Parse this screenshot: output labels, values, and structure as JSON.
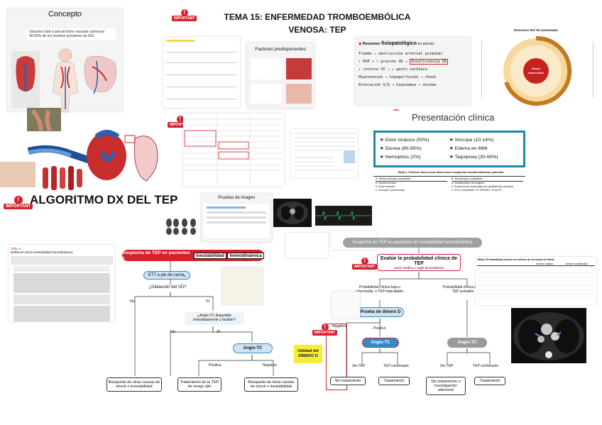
{
  "concepto": {
    "title": "Concepto",
    "bullets": [
      "Oclusión total o parcial lecho vascular pulmonar",
      "90-95% de los trombos provienen de EEI"
    ]
  },
  "main_title": {
    "line1": "TEMA 15: ENFERMEDAD TROMBOEMBÓLICA",
    "line2": "VENOSA: TEP"
  },
  "important_label": "IMPORTANT",
  "factores": {
    "title": "Factores predisponentes"
  },
  "fisiopato": {
    "title_prefix": "Resumen",
    "title_bold": "fisiopatológico",
    "title_suffix": "en pocas:",
    "lines": [
      "Trombo → obstrucción arterial pulmonar",
      "↑ RVP → ↑ presión VD →",
      "↓ retorno VI → ↓ gasto cardíaco",
      "Hipotensión → hipoperfusión → shock",
      "Alteración V/Q → hipoxemia → disnea"
    ],
    "highlight": "Insuficiencia VD"
  },
  "circulo": {
    "title": "Descenso del VD aumentado",
    "center": "Shock obstructivo"
  },
  "presentacion": {
    "title": "Presentación clínica",
    "left": [
      "Dolor torácico (50%)",
      "Disnea (80-85%)",
      "Hemoptisis (2%)"
    ],
    "right": [
      "Síncope (10-14%)",
      "Edema en MMI",
      "Taquipnea (30-60%)"
    ],
    "table_title": "Tabla 2. Criterios clínicos que deben hacer sospechar tromboembolismo pulmonar",
    "col_a": "A. Sintomatología compatible:",
    "col_b": "B. Semiología compatible:",
    "a_items": [
      "a. Disnea brusca.",
      "b. Dolor torácico",
      "c. Síncope o presíncope"
    ],
    "b_items": [
      "a. Desaturación de oxígeno",
      "b. Ausencia de semiología de insuficiencia cardiaca",
      "c. ECG compatible: TS, BRDHH, S1Q3T3"
    ]
  },
  "algoritmo": {
    "title": "ALGORITMO DX DEL TEP"
  },
  "pruebas": {
    "title": "Pruebas de imagen"
  },
  "tabla4": {
    "title": "Tabla 4",
    "subtitle": "Definición de la inestabilidad hemodinámica"
  },
  "flow_left": {
    "header_a": "Sospecha de TEP en pacientes c",
    "header_b": "inestabilidad",
    "header_c": "hemodinámica",
    "ett": "ETT a pie de cama",
    "dilatacion": "¿Dilatación del VD?",
    "no": "No",
    "si": "Sí",
    "angio_q": "¿Angio-TC disponible inmediatamente y factible?",
    "angio": "Angio-TC",
    "positiva": "Positiva",
    "negativa": "Negativa",
    "busqueda1": "Búsqueda de otras causas de shock o inestabilidad",
    "tratamiento": "Tratamiento de la TEP de riesgo alto",
    "busqueda2": "Búsqueda de otras causas de shock o inestabilidad"
  },
  "flow_right": {
    "header": "Sospecha de TEP en pacientes sin inestabilidad hemodinámica",
    "evalue": "Evalúe la probabilidad clínica de TEP",
    "evalue_sub": "Juicio médico o regla de predicción",
    "baja": "Probabilidad clínica baja o intermedia, o TEP improbable",
    "alta": "Probabilidad clínica alta o TEP probable",
    "dimero": "Prueba de dímero D",
    "negativo": "Negativo",
    "positivo": "Positivo",
    "angio1": "Angio-TC",
    "angio2": "Angio-TC",
    "utilidad": "Utilidad del DÍMERO D",
    "sin_tep1": "Sin TEP",
    "tep_conf1": "TEP confirmado",
    "sin_tep2": "Sin TEP",
    "tep_conf2": "TEP confirmado",
    "sin_trat": "Sin tratamiento",
    "trat1": "Tratamiento",
    "sin_trat2": "Sin tratamiento o investigación adicional",
    "trat2": "Tratamiento"
  },
  "tabla_prob": {
    "title": "Tabla 4 Probabilidad clínica en función de la escala de Wells",
    "cols": [
      "",
      "Versión original",
      "Versión simplificada"
    ]
  },
  "colors": {
    "red": "#d6202a",
    "blue": "#2f8ccc",
    "gray": "#9a9a9a",
    "yellow": "#f7ec3a",
    "teal": "#1d88a8"
  }
}
